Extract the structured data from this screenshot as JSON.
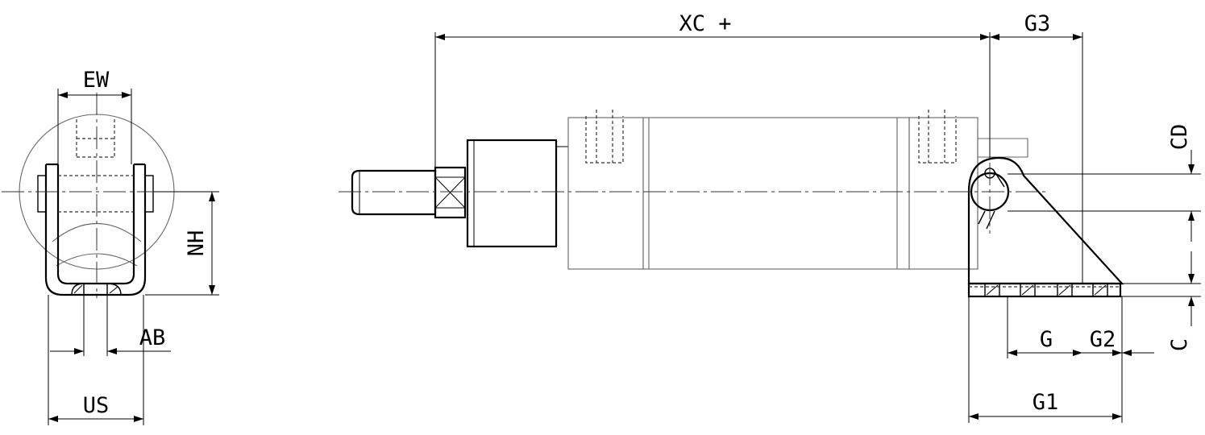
{
  "dimensions": {
    "ew": "EW",
    "nh": "NH",
    "ab": "AB",
    "us": "US",
    "xc": "XC +",
    "g3": "G3",
    "cd": "CD",
    "g": "G",
    "g2": "G2",
    "c": "C",
    "g1": "G1"
  },
  "colors": {
    "line": "#000000",
    "background": "#ffffff"
  }
}
